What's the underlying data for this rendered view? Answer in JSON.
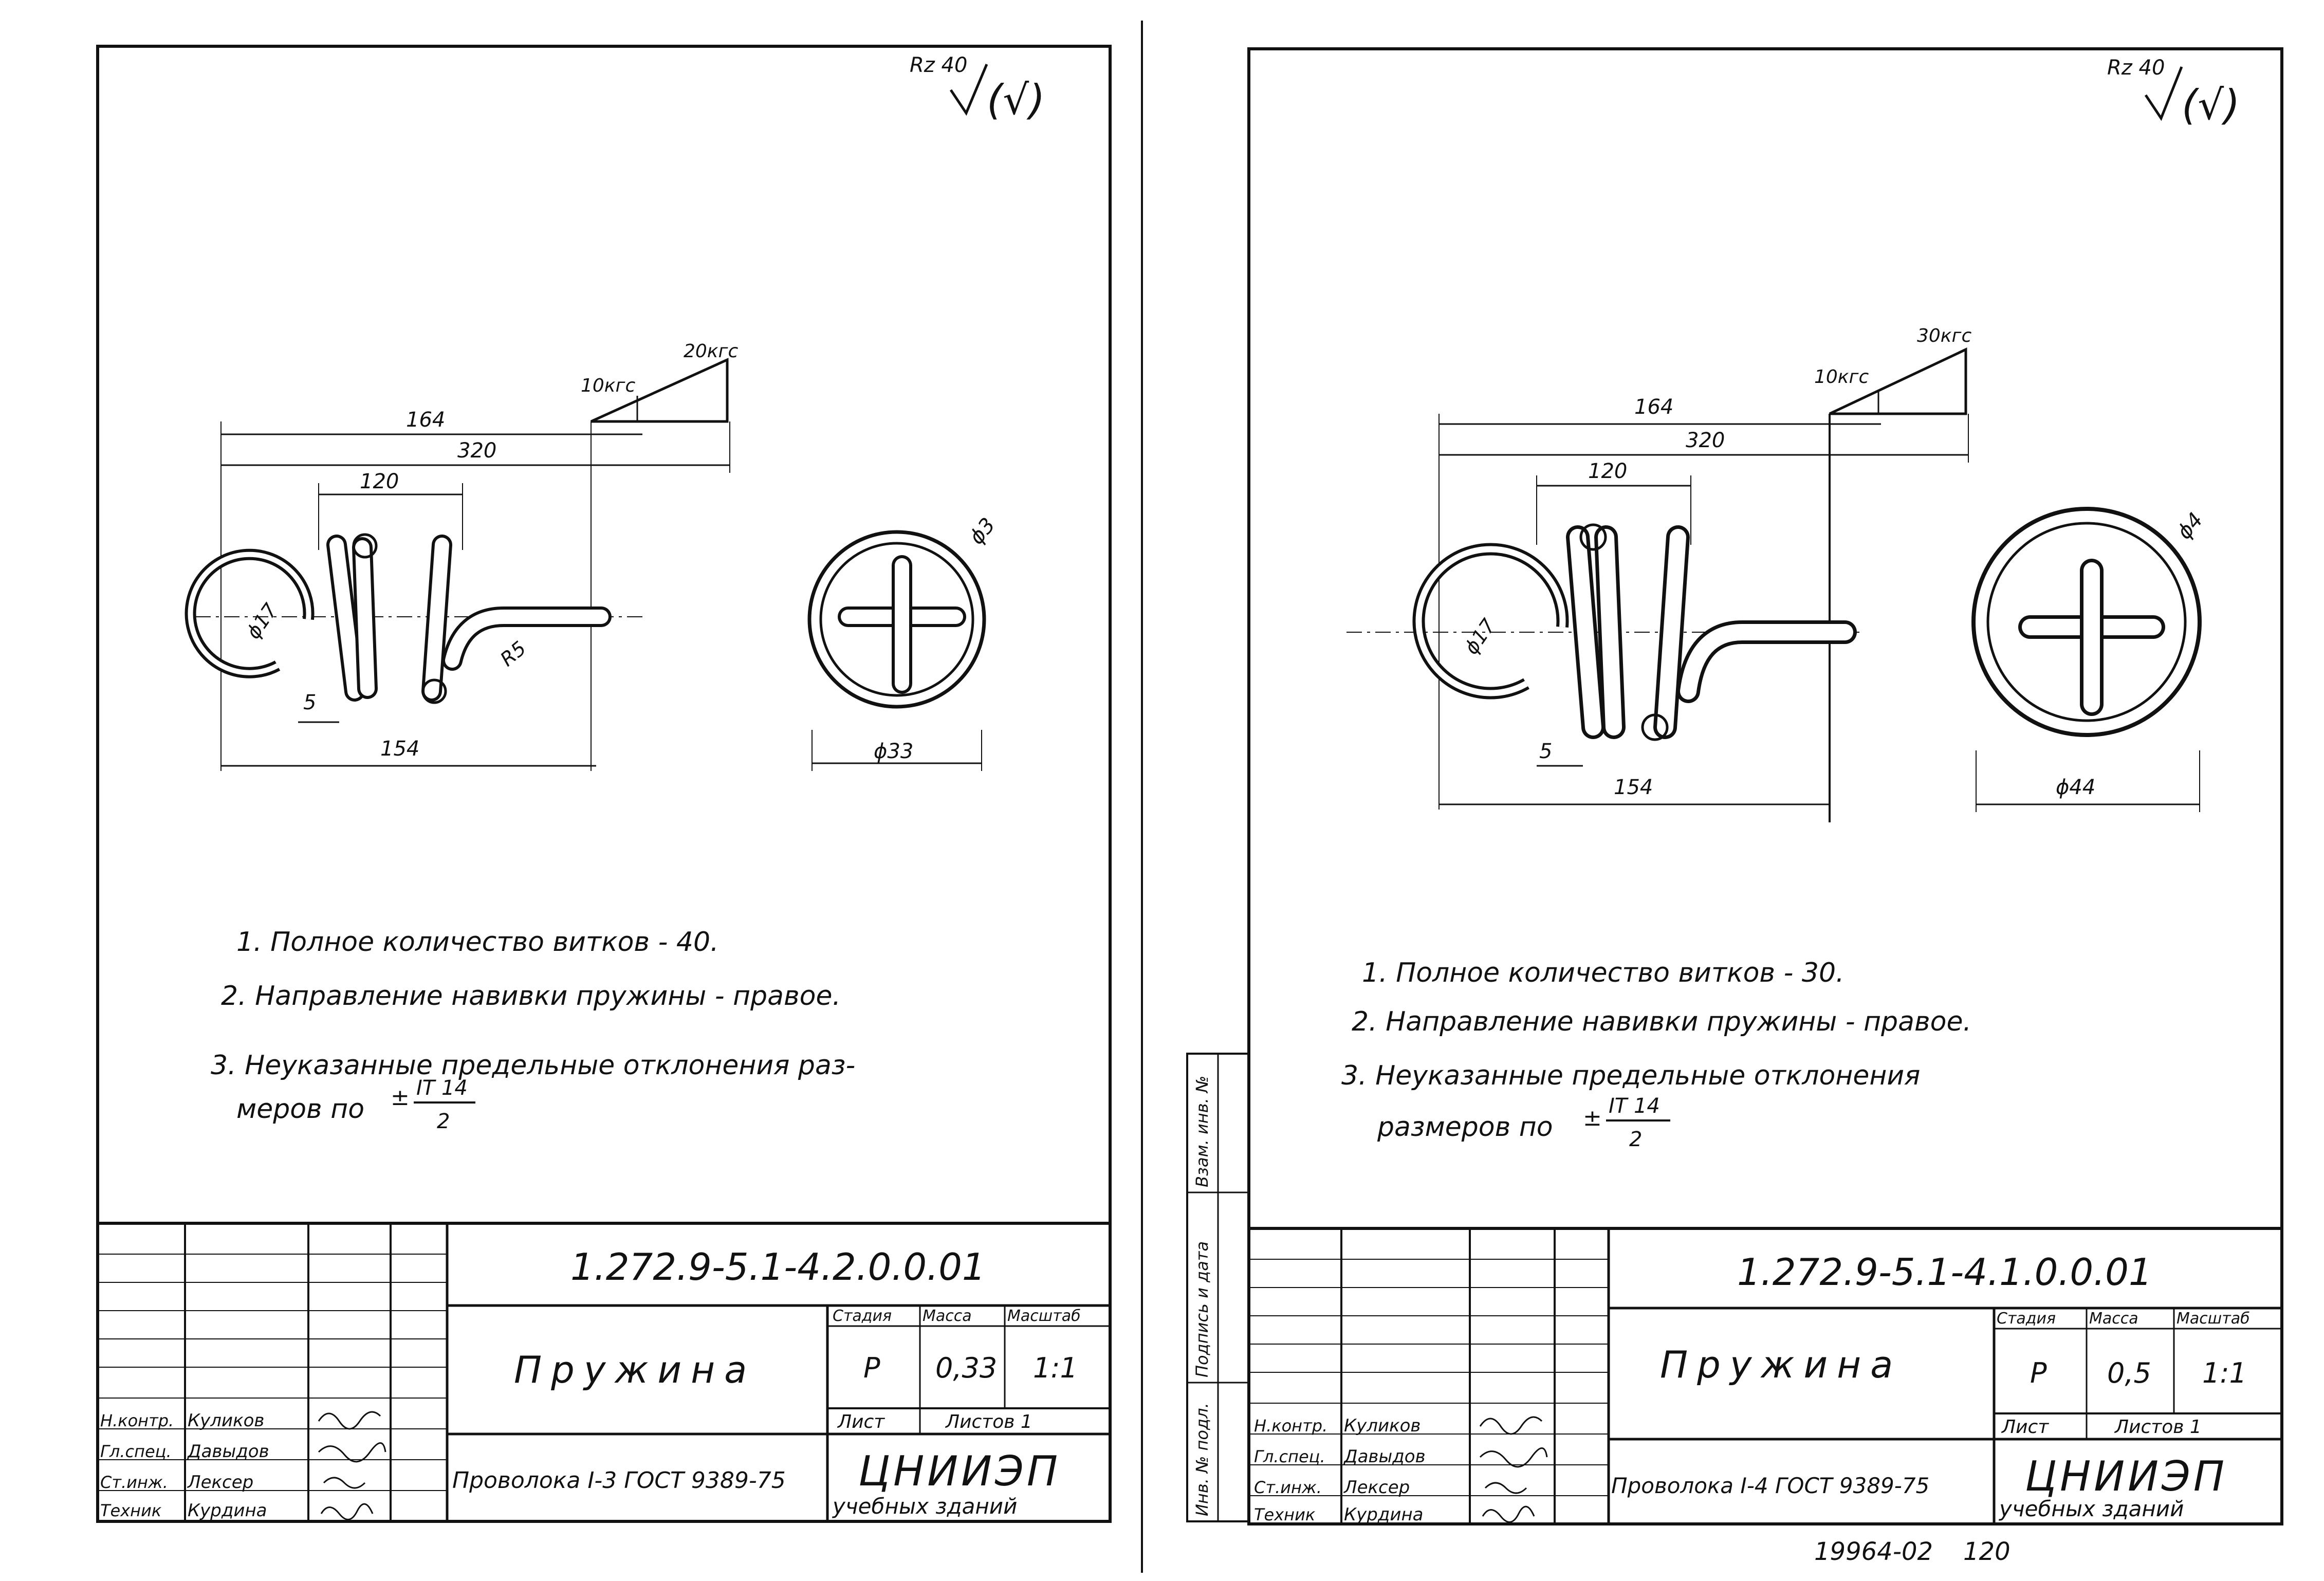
{
  "sheets": [
    {
      "roughness": "Rz 40",
      "force_min": "10кгс",
      "force_max": "20кгс",
      "dims": {
        "d164": "164",
        "d320": "320",
        "d120": "120",
        "d5": "5",
        "d154": "154",
        "d_inner": "ϕ17",
        "radius": "R5",
        "wire": "ϕ3",
        "outer": "ϕ33"
      },
      "notes": [
        "1. Полное количество витков - 40.",
        "2. Направление навивки пружины - правое.",
        "3. Неуказанные предельные отклонения раз-",
        "меров по"
      ],
      "tol_num": "IT 14",
      "tol_den": "2",
      "title_block": {
        "designation": "1.272.9-5.1-4.2.0.0.01",
        "name": "Пружина",
        "col_stage": "Стадия",
        "col_mass": "Масса",
        "col_scale": "Масштаб",
        "stage": "Р",
        "mass": "0,33",
        "scale": "1:1",
        "sheet_label": "Лист",
        "sheets_label": "Листов 1",
        "material": "Проволока I-3 ГОСТ 9389-75",
        "org": "ЦНИИЭП",
        "org_sub": "учебных зданий",
        "staff": [
          {
            "role": "Н.контр.",
            "name": "Куликов"
          },
          {
            "role": "Гл.спец.",
            "name": "Давыдов"
          },
          {
            "role": "Ст.инж.",
            "name": "Лексер"
          },
          {
            "role": "Техник",
            "name": "Курдина"
          }
        ]
      }
    },
    {
      "roughness": "Rz 40",
      "force_min": "10кгс",
      "force_max": "30кгс",
      "dims": {
        "d164": "164",
        "d320": "320",
        "d120": "120",
        "d5": "5",
        "d154": "154",
        "d_inner": "ϕ17",
        "wire": "ϕ4",
        "outer": "ϕ44"
      },
      "notes": [
        "1. Полное количество витков - 30.",
        "2. Направление навивки пружины - правое.",
        "3. Неуказанные предельные отклонения",
        "размеров по"
      ],
      "tol_num": "IT 14",
      "tol_den": "2",
      "title_block": {
        "designation": "1.272.9-5.1-4.1.0.0.01",
        "name": "Пружина",
        "col_stage": "Стадия",
        "col_mass": "Масса",
        "col_scale": "Масштаб",
        "stage": "Р",
        "mass": "0,5",
        "scale": "1:1",
        "sheet_label": "Лист",
        "sheets_label": "Листов 1",
        "material": "Проволока I-4 ГОСТ 9389-75",
        "org": "ЦНИИЭП",
        "org_sub": "учебных зданий",
        "staff": [
          {
            "role": "Н.контр.",
            "name": "Куликов"
          },
          {
            "role": "Гл.спец.",
            "name": "Давыдов"
          },
          {
            "role": "Ст.инж.",
            "name": "Лексер"
          },
          {
            "role": "Техник",
            "name": "Курдина"
          }
        ]
      },
      "side_stamps": [
        "Инв. № подл.",
        "Подпись и дата",
        "Взам. инв. №"
      ]
    }
  ],
  "footer": {
    "number": "19964-02",
    "page": "120"
  }
}
